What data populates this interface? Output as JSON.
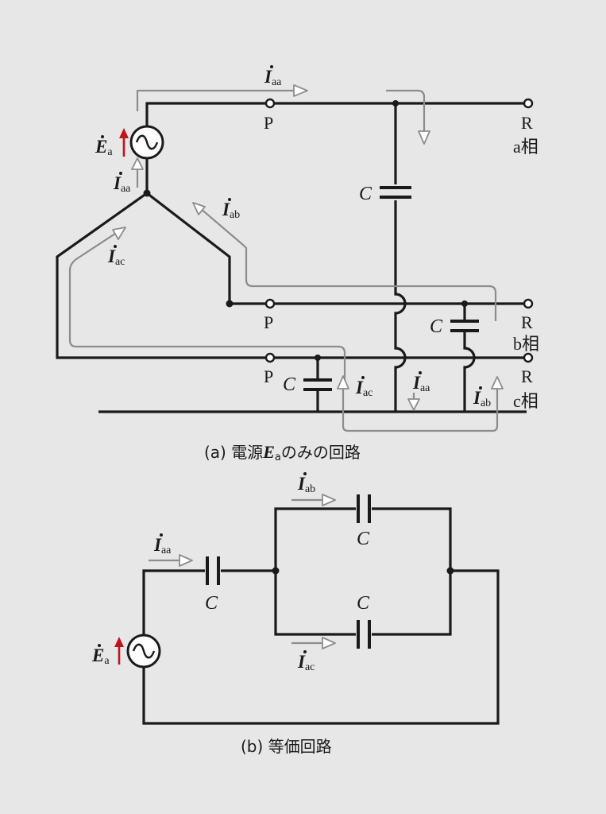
{
  "circuit_a": {
    "source": {
      "symbol": "E",
      "subscript": "a"
    },
    "currents": {
      "Iaa": {
        "symbol": "I",
        "subscript": "aa"
      },
      "Iab": {
        "symbol": "I",
        "subscript": "ab"
      },
      "Iac": {
        "symbol": "I",
        "subscript": "ac"
      }
    },
    "capacitor_label": "C",
    "terminal_P": "P",
    "terminal_R": "R",
    "phases": {
      "a": "a相",
      "b": "b相",
      "c": "c相"
    },
    "caption": {
      "prefix": "(a) 電源",
      "symbol": "E",
      "subscript": "a",
      "suffix": "のみの回路"
    }
  },
  "circuit_b": {
    "capacitor_label": "C",
    "caption": "(b) 等価回路"
  },
  "colors": {
    "wire": "#1a1a1a",
    "current_path": "#8c8c8c",
    "source_arrow": "#c0141b",
    "background": "#e7e7e7"
  }
}
